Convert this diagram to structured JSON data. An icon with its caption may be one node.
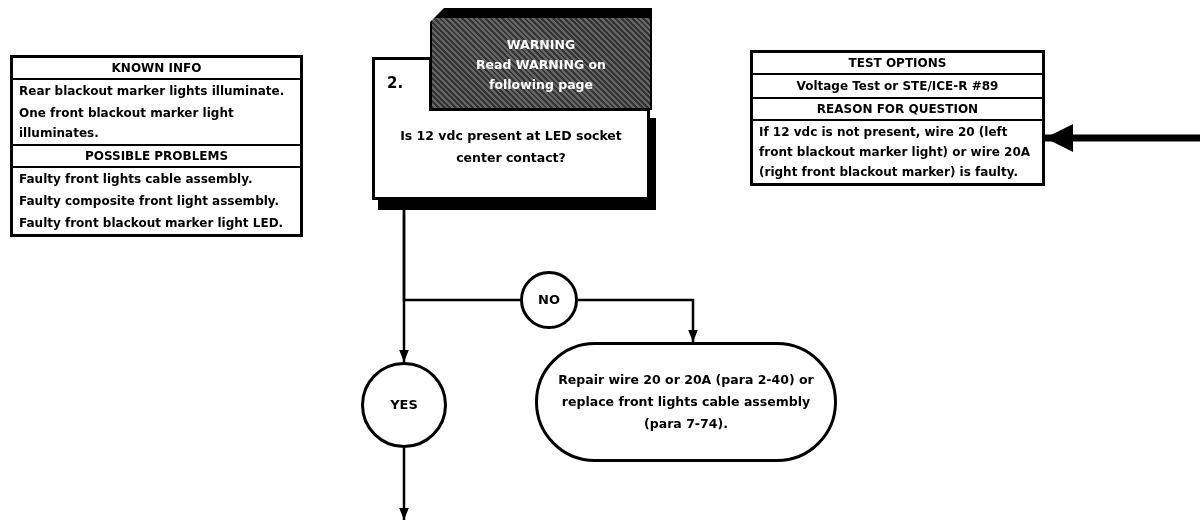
{
  "diagram": {
    "nodes": [
      {
        "text": [
          "KNOWN INFO",
          "Rear blackout marker lights illuminate.",
          "One front blackout marker light illuminates.",
          "POSSIBLE PROBLEMS",
          "Faulty front lights cable assembly.",
          "Faulty composite front light assembly.",
          "Faulty front blackout marker light LED."
        ]
      },
      {
        "text": [
          "Is 12 vdc present at LED socket center contact?"
        ]
      },
      {
        "text": [
          "WARNING",
          "Read WARNING on following page"
        ]
      },
      {
        "text": [
          "NO"
        ]
      },
      {
        "text": [
          "YES"
        ]
      },
      {
        "text": [
          "Repair wire 20 or 20A (para 2-40) or replace front lights cable assembly (para 7-74)."
        ]
      },
      {
        "text": [
          "TEST OPTIONS",
          "Voltage Test or STE/ICE-R #89",
          "REASON FOR QUESTION",
          "If 12 vdc is not present, wire 20 (left front blackout marker light) or wire 20A (right front blackout marker) is faulty."
        ]
      }
    ],
    "edges": [
      {
        "from": 1,
        "to": 4,
        "arrow": "to"
      },
      {
        "from": 1,
        "to": 3,
        "arrow": "none"
      },
      {
        "from": 3,
        "to": 5,
        "arrow": "to"
      },
      {
        "from": 4,
        "to": null,
        "arrow": "to"
      },
      {
        "from": null,
        "to": 6,
        "arrow": "to",
        "style": "thick"
      }
    ],
    "labels": [
      "2."
    ]
  }
}
